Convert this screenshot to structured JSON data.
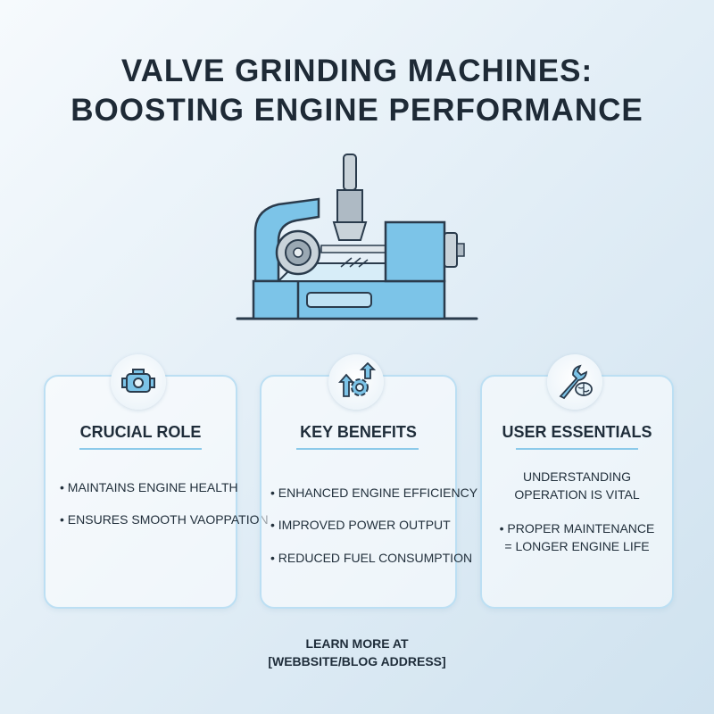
{
  "title": {
    "line1": "VALVE GRINDING MACHINES:",
    "line2": "BOOSTING ENGINE PERFORMANCE"
  },
  "colors": {
    "machine_blue": "#7cc4e8",
    "outline": "#2a3b4c",
    "card_border": "#bcdff3",
    "accent_rule": "#8ccaea"
  },
  "cards": [
    {
      "icon": "engine-icon",
      "title": "CRUCIAL ROLE",
      "bullets": [
        "• MAINTAINS ENGINE HEALTH",
        "• ENSURES SMOOTH VAOPPATION"
      ]
    },
    {
      "icon": "gear-arrows-icon",
      "title": "KEY BENEFITS",
      "bullets": [
        "• ENHANCED ENGINE EFFICIENCY",
        "• IMPROVED POWER OUTPUT",
        "• REDUCED FUEL CONSUMPTION"
      ]
    },
    {
      "icon": "wrench-brain-icon",
      "title": "USER ESSENTIALS",
      "text_line1": "UNDERSTANDING",
      "text_line2": "OPERATION IS VITAL",
      "bullet_line1": "• PROPER MAINTENANCE",
      "bullet_line2": "= LONGER ENGINE LIFE"
    }
  ],
  "footer": {
    "line1": "LEARN MORE AT",
    "line2": "[WEBBSITE/BLOG ADDRESS]"
  }
}
